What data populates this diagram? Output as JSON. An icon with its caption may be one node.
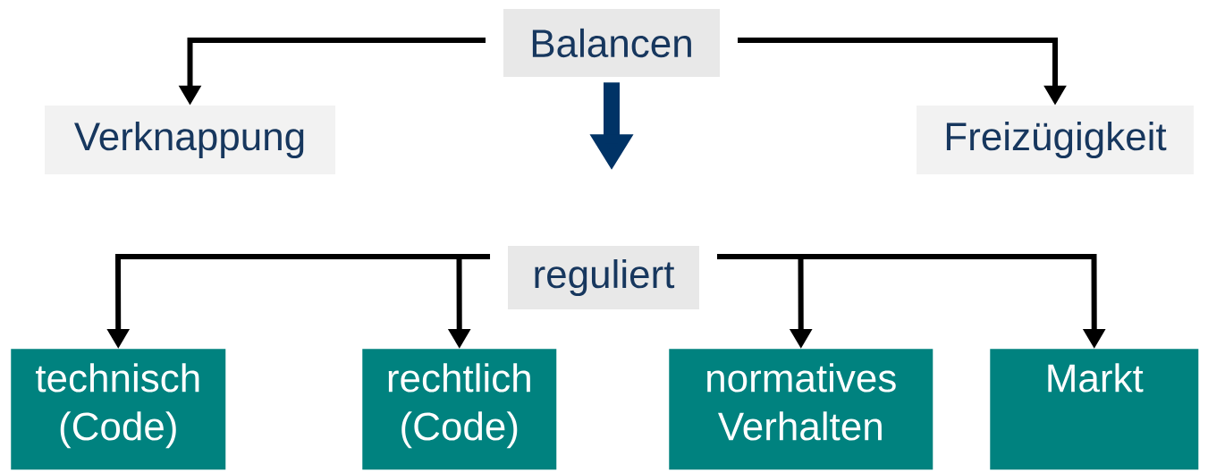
{
  "diagram": {
    "nodes": [
      {
        "text": [
          "Balancen"
        ]
      },
      {
        "text": [
          "Verknappung"
        ]
      },
      {
        "text": [
          "Freizügigkeit"
        ]
      },
      {
        "text": [
          "reguliert"
        ]
      },
      {
        "text": [
          "technisch (Code)"
        ]
      },
      {
        "text": [
          "rechtlich (Code)"
        ]
      },
      {
        "text": [
          "normatives Verhalten"
        ]
      },
      {
        "text": [
          "Markt"
        ]
      }
    ],
    "edges": [
      {
        "from": 0,
        "to": 1,
        "arrow": "to"
      },
      {
        "from": 0,
        "to": 2,
        "arrow": "to"
      },
      {
        "from": 0,
        "to": null,
        "arrow": "to",
        "style": "thick",
        "color": "#003366"
      },
      {
        "from": 3,
        "to": 4,
        "arrow": "to"
      },
      {
        "from": 3,
        "to": 5,
        "arrow": "to"
      },
      {
        "from": 3,
        "to": 6,
        "arrow": "to"
      },
      {
        "from": 3,
        "to": 7,
        "arrow": "to"
      }
    ]
  }
}
